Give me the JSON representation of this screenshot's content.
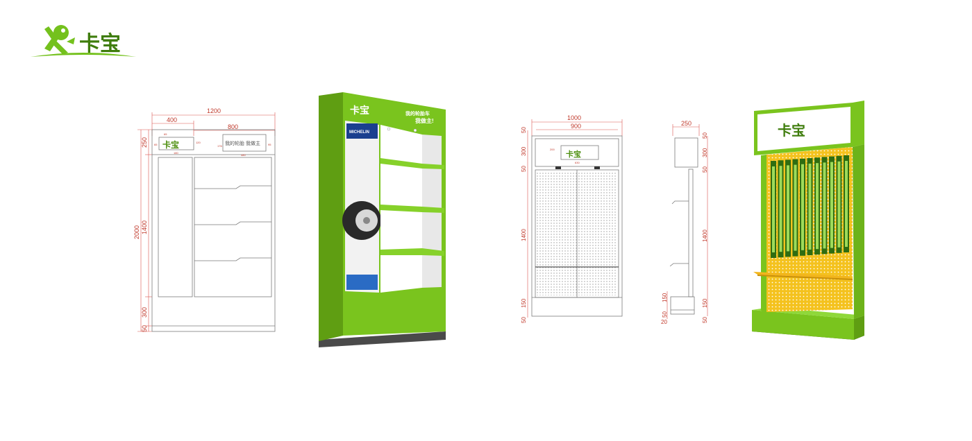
{
  "brand": {
    "logo_text": "卡宝",
    "green": "#74c11d",
    "dark_green": "#4e8f10",
    "yellow": "#f2b51c"
  },
  "drawing_left": {
    "width_total": "1200",
    "width_left": "400",
    "width_right": "800",
    "height_total": "2000",
    "height_header": "250",
    "height_body": "1400",
    "height_base": "300",
    "height_foot": "50",
    "sign_text": "我的轮胎 我做主",
    "small_dims": [
      "65",
      "120",
      "180",
      "176",
      "480",
      "95",
      "65"
    ]
  },
  "render_left": {
    "logo_text": "卡宝",
    "slogan_line1": "我的轮胎车",
    "slogan_line2": "我做主!",
    "michelin_label": "MICHELIN"
  },
  "drawing_front": {
    "width_total": "1000",
    "width_inner": "900",
    "left_dims": [
      "50",
      "300",
      "50",
      "1400",
      "150",
      "50"
    ],
    "small_dims": [
      "200",
      "630"
    ]
  },
  "drawing_side": {
    "width": "250",
    "left_dims": [
      "150",
      "50",
      "20"
    ],
    "right_dims": [
      "50",
      "300",
      "50",
      "1400",
      "150",
      "50"
    ]
  },
  "render_right": {
    "logo_text": "卡宝"
  }
}
